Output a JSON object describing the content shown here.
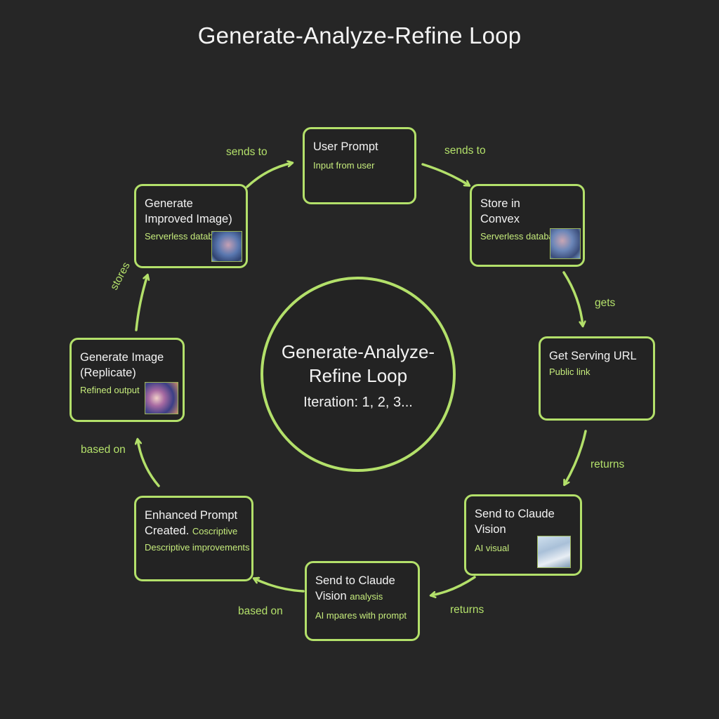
{
  "title": "Generate-Analyze-Refine Loop",
  "hub": {
    "title_line1": "Generate-Analyze-",
    "title_line2": "Refine Loop",
    "subtitle": "Iteration: 1, 2, 3..."
  },
  "nodes": {
    "user_prompt": {
      "title": "User Prompt",
      "subtitle": "Input from user"
    },
    "store_convex": {
      "title_line1": "Store in",
      "title_line2": "Convex",
      "subtitle": "Serverless databas"
    },
    "serving_url": {
      "title": "Get Serving URL",
      "subtitle": "Public link"
    },
    "claude_vision_1": {
      "title_line1": "Send to Claude",
      "title_line2": "Vision",
      "subtitle": "AI visual"
    },
    "claude_vision_2": {
      "title_line1": "Send to Claude",
      "title_line2": "Vision",
      "title_inline_sub": "analysis",
      "subtitle": "AI  mpares with prompt"
    },
    "enhanced_prompt": {
      "title_line1": "Enhanced Prompt",
      "title_line2": "Created.",
      "title_inline_sub": "Coscriptive",
      "subtitle": "Descriptive improvements"
    },
    "generate_image": {
      "title_line1": "Generate Image",
      "title_line2": "(Replicate)",
      "subtitle": "Refined output"
    },
    "generate_improved": {
      "title_line1": "Generate",
      "title_line2": "Improved Image)",
      "subtitle": "Serverless databas"
    }
  },
  "edges": {
    "improved_to_prompt": "sends to",
    "prompt_to_convex": "sends to",
    "convex_to_url": "gets",
    "url_to_vision1": "returns",
    "vision1_to_vision2": "returns",
    "vision2_to_enhanced": "based on",
    "enhanced_to_generate": "based on",
    "generate_to_improved": "stores"
  },
  "colors": {
    "background": "#262626",
    "accent": "#b3e06a",
    "text": "#f3f3f3",
    "subtext": "#c6ec7c"
  }
}
